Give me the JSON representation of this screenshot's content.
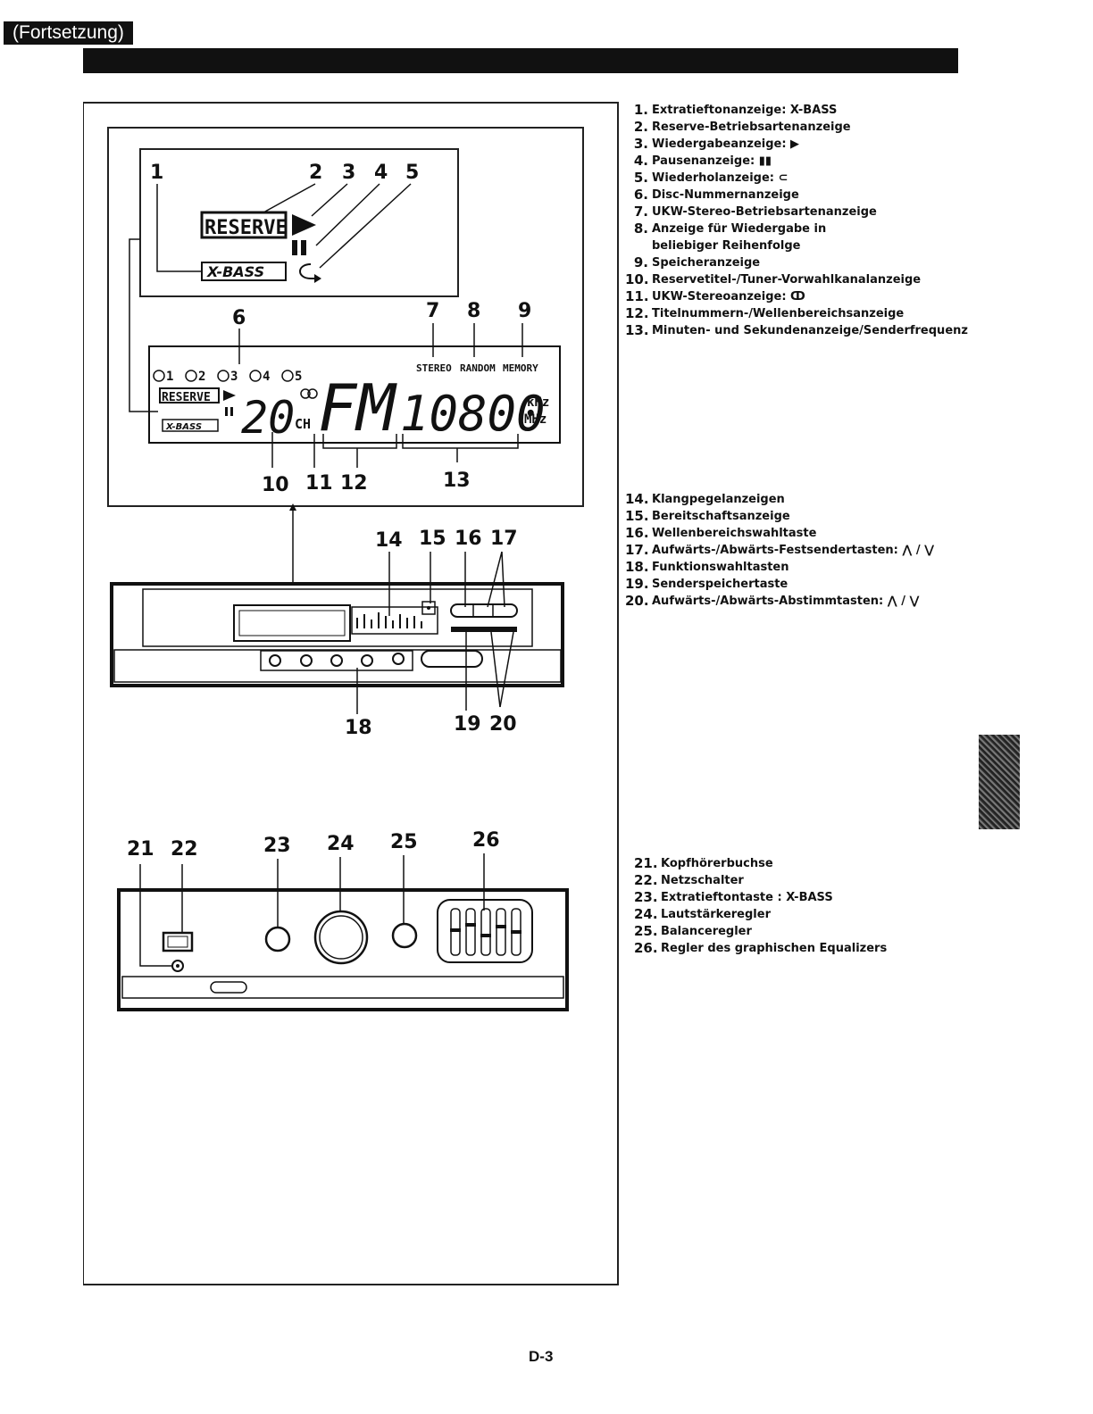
{
  "header": {
    "section_title": "(Fortsetzung)"
  },
  "display_diagram": {
    "callouts": [
      "1",
      "2",
      "3",
      "4",
      "5",
      "6",
      "7",
      "8",
      "9",
      "10",
      "11",
      "12",
      "13"
    ],
    "lcd": {
      "reserve_label": "RESERVE",
      "xbass_label": "X-BASS",
      "disc_numbers": [
        "1",
        "2",
        "3",
        "4",
        "5"
      ],
      "channel_value": "20",
      "channel_unit": "CH",
      "band_value": "FM",
      "frequency_value": "10800",
      "unit_khz": "kHz",
      "unit_mhz": "MHz",
      "indicator_stereo": "STEREO",
      "indicator_random": "RANDOM",
      "indicator_memory": "MEMORY"
    }
  },
  "front_panel_diagram": {
    "callouts": [
      "14",
      "15",
      "16",
      "17",
      "18",
      "19",
      "20"
    ]
  },
  "amp_panel_diagram": {
    "callouts": [
      "21",
      "22",
      "23",
      "24",
      "25",
      "26"
    ]
  },
  "legend_display": [
    {
      "num": "1.",
      "text": "Extratieftonanzeige: X-BASS"
    },
    {
      "num": "2.",
      "text": "Reserve-Betriebsartenanzeige"
    },
    {
      "num": "3.",
      "text": "Wiedergabeanzeige: ▶"
    },
    {
      "num": "4.",
      "text": "Pausenanzeige: ▮▮"
    },
    {
      "num": "5.",
      "text": "Wiederholanzeige: ⊂"
    },
    {
      "num": "6.",
      "text": "Disc-Nummernanzeige"
    },
    {
      "num": "7.",
      "text": "UKW-Stereo-Betriebsartenanzeige"
    },
    {
      "num": "8.",
      "text": "Anzeige für Wiedergabe in beliebiger Reihenfolge"
    },
    {
      "num": "9.",
      "text": "Speicheranzeige"
    },
    {
      "num": "10.",
      "text": "Reservetitel-/Tuner-Vorwahlkanalanzeige"
    },
    {
      "num": "11.",
      "text": "UKW-Stereoanzeige: ↀ"
    },
    {
      "num": "12.",
      "text": "Titelnummern-/Wellenbereichsanzeige"
    },
    {
      "num": "13.",
      "text": "Minuten- und Sekundenanzeige/Senderfrequenz"
    }
  ],
  "legend_controls": [
    {
      "num": "14.",
      "text": "Klangpegelanzeigen"
    },
    {
      "num": "15.",
      "text": "Bereitschaftsanzeige"
    },
    {
      "num": "16.",
      "text": "Wellenbereichswahltaste"
    },
    {
      "num": "17.",
      "text": "Aufwärts-/Abwärts-Festsendertasten: ⋀ / ⋁"
    },
    {
      "num": "18.",
      "text": "Funktionswahltasten"
    },
    {
      "num": "19.",
      "text": "Senderspeichertaste"
    },
    {
      "num": "20.",
      "text": "Aufwärts-/Abwärts-Abstimmtasten: ⋀ / ⋁"
    }
  ],
  "legend_amp": [
    {
      "num": "21.",
      "text": "Kopfhörerbuchse"
    },
    {
      "num": "22.",
      "text": "Netzschalter"
    },
    {
      "num": "23.",
      "text": "Extratieftontaste : X-BASS"
    },
    {
      "num": "24.",
      "text": "Lautstärkeregler"
    },
    {
      "num": "25.",
      "text": "Balanceregler"
    },
    {
      "num": "26.",
      "text": "Regler des graphischen Equalizers"
    }
  ],
  "footer": {
    "page_number": "D-3"
  }
}
